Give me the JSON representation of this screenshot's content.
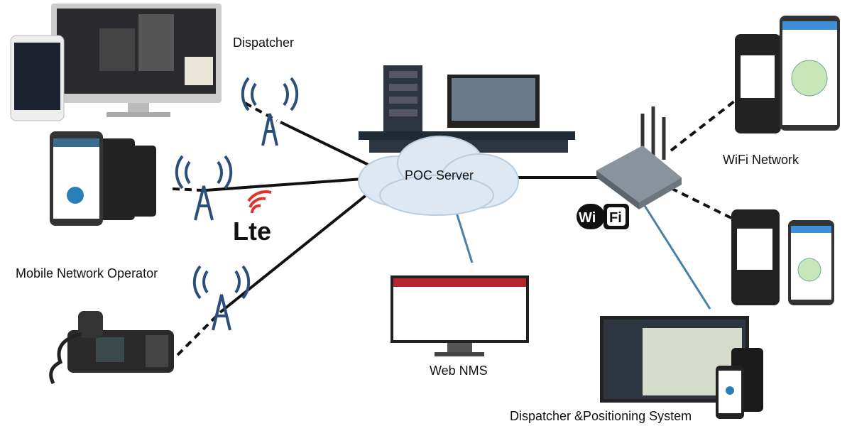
{
  "labels": {
    "dispatcher": "Dispatcher",
    "poc_server": "POC Server",
    "wifi_network": "WiFi Network",
    "mobile_network_operator": "Mobile Network Operator",
    "web_nms": "Web NMS",
    "dispatcher_positioning": "Dispatcher &Positioning System"
  },
  "logos": {
    "lte": "Lte",
    "wifi": "WiFi"
  },
  "colors": {
    "solid_link": "#111111",
    "blue_link": "#4a7fa6",
    "cloud": "#dde8f3",
    "tower": "#2a4f7a",
    "lte_red": "#e0322b"
  }
}
